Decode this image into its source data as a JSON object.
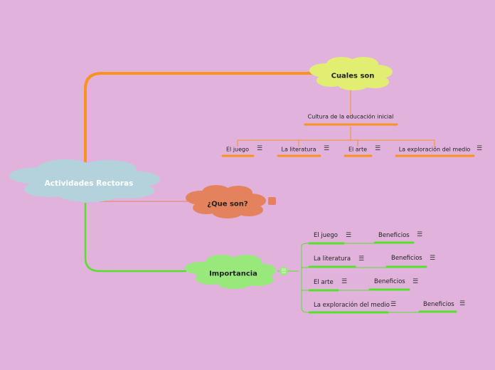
{
  "colors": {
    "background": "#e1b3dc",
    "orange": "#f7931e",
    "green": "#55e02a",
    "central_cloud": "#b3d2dc",
    "yellow_cloud": "#e2ee71",
    "red_cloud": "#e4825d",
    "green_cloud": "#99e87c"
  },
  "central": {
    "label": "Actividades Rectoras"
  },
  "que_son": {
    "label": "¿Que son?"
  },
  "cuales_son": {
    "label": "Cuales son",
    "sub": "Cultura de la educación inicial",
    "children": [
      "El juego",
      "La literatura",
      "El arte",
      "La exploración del medio"
    ]
  },
  "importancia": {
    "label": "Importancia",
    "children": [
      {
        "label": "El juego",
        "benefit": "Beneficios"
      },
      {
        "label": "La literatura",
        "benefit": "Beneficios"
      },
      {
        "label": "El arte",
        "benefit": "Beneficios"
      },
      {
        "label": "La exploración del medio",
        "benefit": "Beneficios"
      }
    ]
  },
  "icons": {
    "menu": "☰"
  }
}
